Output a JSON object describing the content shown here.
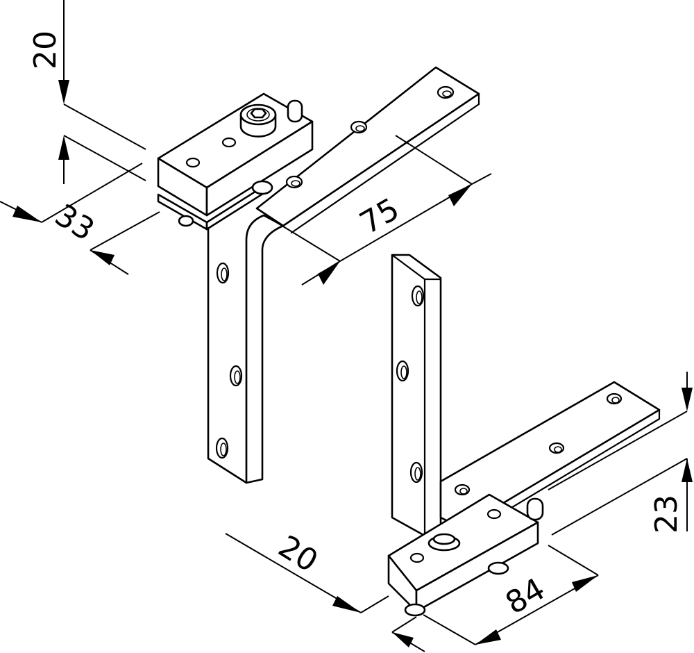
{
  "dimensions": {
    "top_height": "20",
    "top_width": "33",
    "top_arm_length": "75",
    "bottom_offset": "20",
    "bottom_arm_length": "84",
    "bottom_height": "23"
  },
  "colors": {
    "line": "#000000",
    "background": "#ffffff"
  }
}
